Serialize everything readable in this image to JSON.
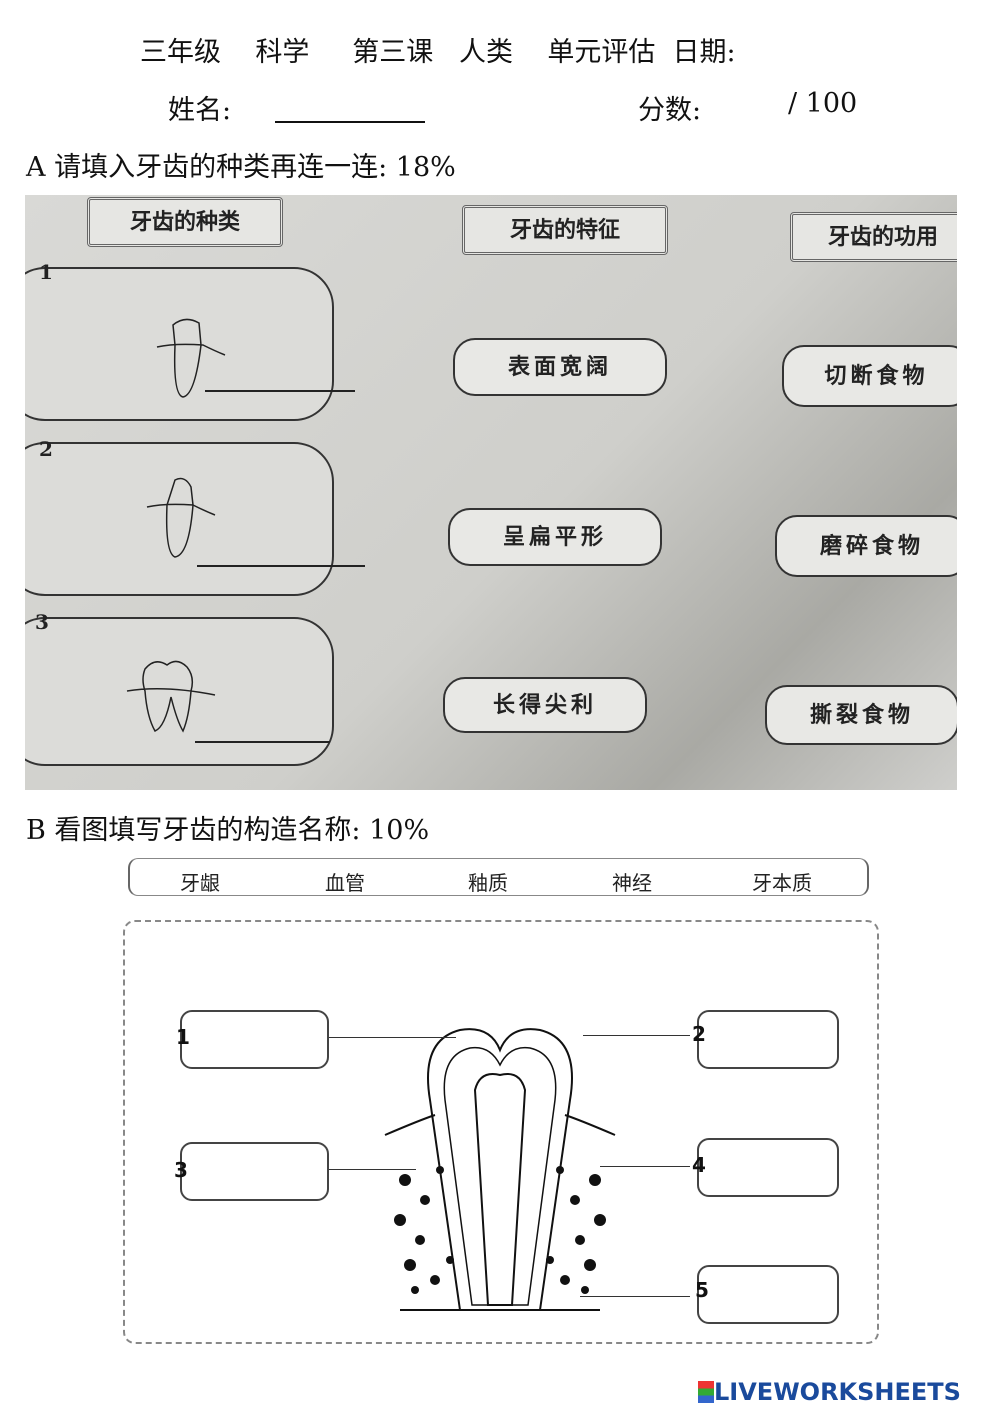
{
  "header": {
    "grade": "三年级",
    "subject": "科学",
    "lesson": "第三课",
    "topic": "人类",
    "assessment": "单元评估",
    "date_label": "日期:",
    "name_label": "姓名:",
    "score_label": "分数:",
    "score_total": "/ 100"
  },
  "section_a": {
    "title": "A 请填入牙齿的种类再连一连: 18%",
    "column_headers": [
      "牙齿的种类",
      "牙齿的特征",
      "牙齿的功用"
    ],
    "tooth_numbers": [
      "1",
      "2",
      "3"
    ],
    "features": [
      "表面宽阔",
      "呈扁平形",
      "长得尖利"
    ],
    "functions": [
      "切断食物",
      "磨碎食物",
      "撕裂食物"
    ]
  },
  "section_b": {
    "title": "B 看图填写牙齿的构造名称: 10%",
    "word_bank": [
      "牙龈",
      "血管",
      "釉质",
      "神经",
      "牙本质"
    ],
    "label_numbers": [
      "1",
      "2",
      "3",
      "4",
      "5"
    ]
  },
  "footer": {
    "logo": "LIVEWORKSHEETS"
  }
}
